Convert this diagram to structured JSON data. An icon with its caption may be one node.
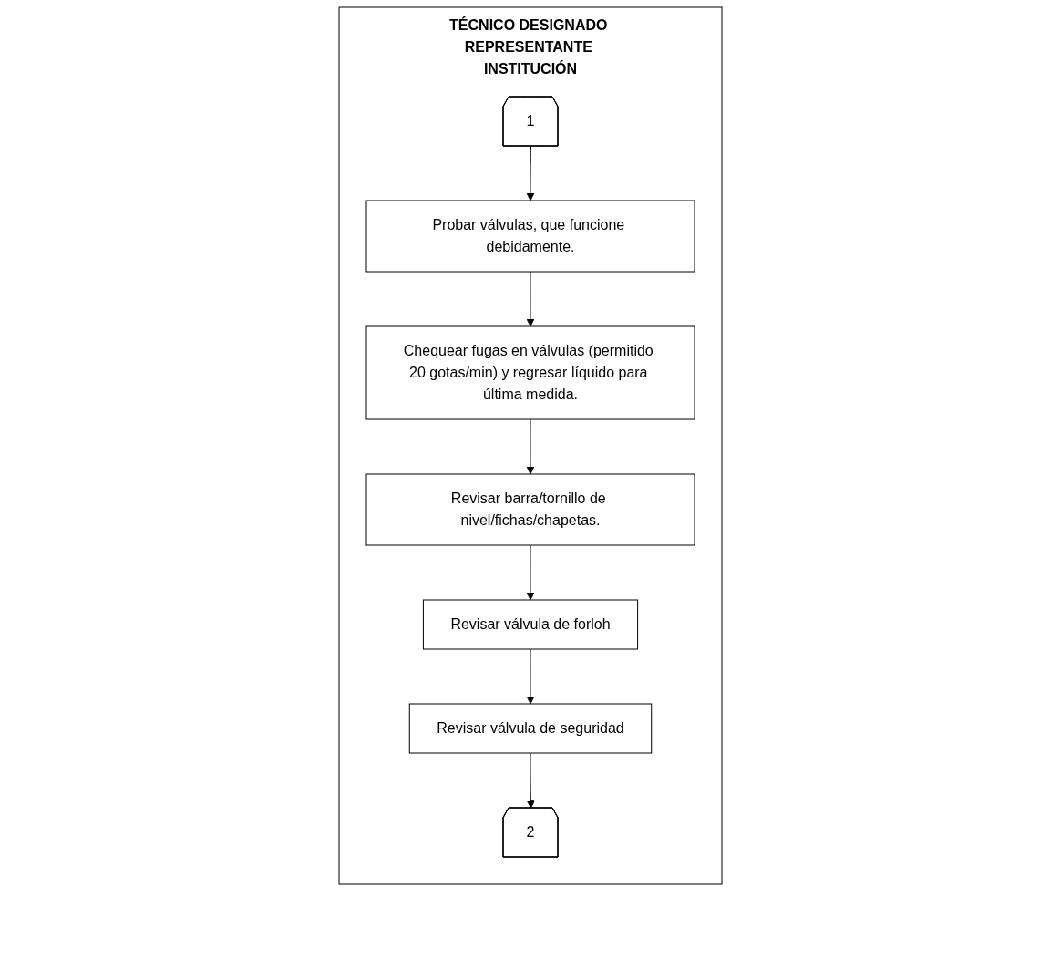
{
  "diagram": {
    "nodes": [
      {
        "text": [
          "TÉCNICO DESIGNADO REPRESENTANTE INSTITUCIÓN"
        ]
      },
      {
        "text": [
          "1"
        ],
        "in": 0
      },
      {
        "text": [
          "Probar válvulas, que funcione debidamente."
        ],
        "in": 0
      },
      {
        "text": [
          "Chequear fugas en válvulas (permitido 20 gotas/min) y regresar líquido para última medida."
        ],
        "in": 0
      },
      {
        "text": [
          "Revisar barra/tornillo de nivel/fichas/chapetas."
        ],
        "in": 0
      },
      {
        "text": [
          "Revisar válvula de forloh"
        ],
        "in": 0
      },
      {
        "text": [
          "Revisar válvula de seguridad"
        ],
        "in": 0
      },
      {
        "text": [
          "2"
        ],
        "in": 0
      }
    ],
    "edges": [
      {
        "from": 1,
        "to": 2,
        "arrow": "to"
      },
      {
        "from": 2,
        "to": 3,
        "arrow": "to"
      },
      {
        "from": 3,
        "to": 4,
        "arrow": "to"
      },
      {
        "from": 4,
        "to": 5,
        "arrow": "to"
      },
      {
        "from": 5,
        "to": 6,
        "arrow": "to"
      },
      {
        "from": 6,
        "to": 7,
        "arrow": "to"
      }
    ]
  }
}
